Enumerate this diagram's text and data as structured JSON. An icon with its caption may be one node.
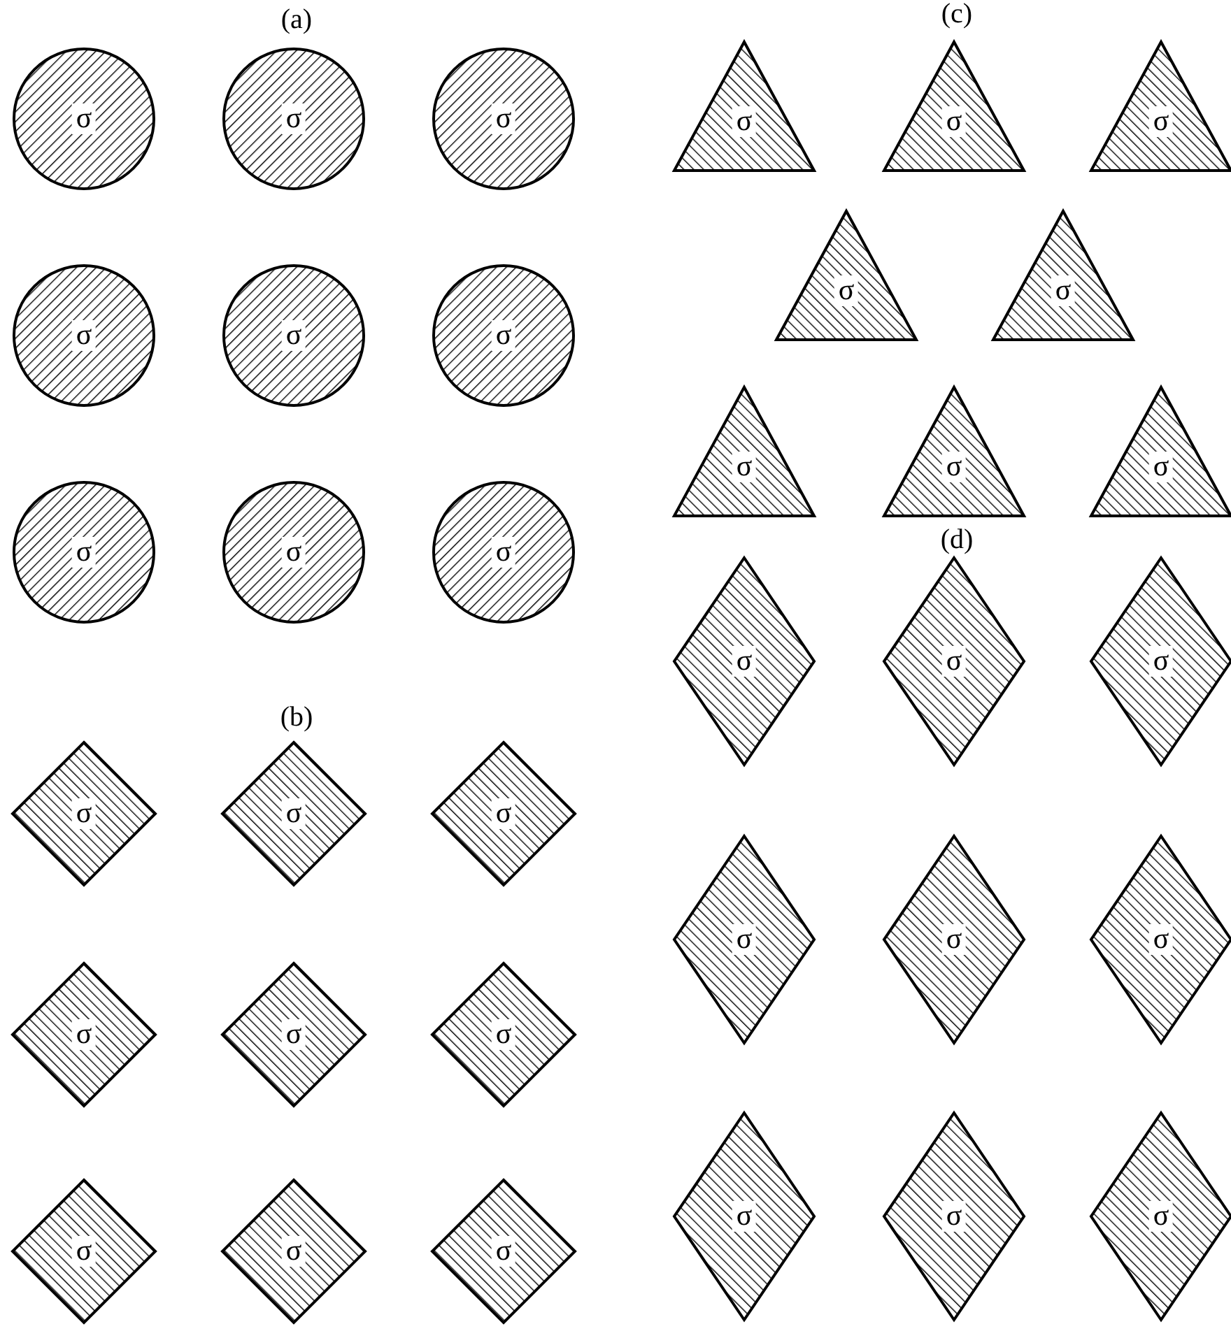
{
  "diagram": {
    "nodes": [
      {
        "text": [
          "σ"
        ]
      },
      {
        "text": [
          "σ"
        ]
      },
      {
        "text": [
          "σ"
        ]
      },
      {
        "text": [
          "σ"
        ]
      },
      {
        "text": [
          "σ"
        ]
      },
      {
        "text": [
          "σ"
        ]
      },
      {
        "text": [
          "σ"
        ]
      },
      {
        "text": [
          "σ"
        ]
      },
      {
        "text": [
          "σ"
        ]
      },
      {
        "text": [
          "σ"
        ]
      },
      {
        "text": [
          "σ"
        ]
      },
      {
        "text": [
          "σ"
        ]
      },
      {
        "text": [
          "σ"
        ]
      },
      {
        "text": [
          "σ"
        ]
      },
      {
        "text": [
          "σ"
        ]
      },
      {
        "text": [
          "σ"
        ]
      },
      {
        "text": [
          "σ"
        ]
      },
      {
        "text": [
          "σ"
        ]
      },
      {
        "text": [
          "σ"
        ]
      },
      {
        "text": [
          "σ"
        ]
      },
      {
        "text": [
          "σ"
        ]
      },
      {
        "text": [
          "σ"
        ]
      },
      {
        "text": [
          "σ"
        ]
      },
      {
        "text": [
          "σ"
        ]
      },
      {
        "text": [
          "σ"
        ]
      },
      {
        "text": [
          "σ"
        ]
      },
      {
        "text": [
          "σ"
        ]
      },
      {
        "text": [
          "σ"
        ]
      },
      {
        "text": [
          "σ"
        ]
      },
      {
        "text": [
          "σ"
        ]
      },
      {
        "text": [
          "σ"
        ]
      },
      {
        "text": [
          "σ"
        ]
      },
      {
        "text": [
          "σ"
        ]
      },
      {
        "text": [
          "σ"
        ]
      },
      {
        "text": [
          "σ"
        ]
      }
    ],
    "edges": [],
    "labels": [
      "(a)",
      "(b)",
      "(c)",
      "(d)"
    ]
  }
}
